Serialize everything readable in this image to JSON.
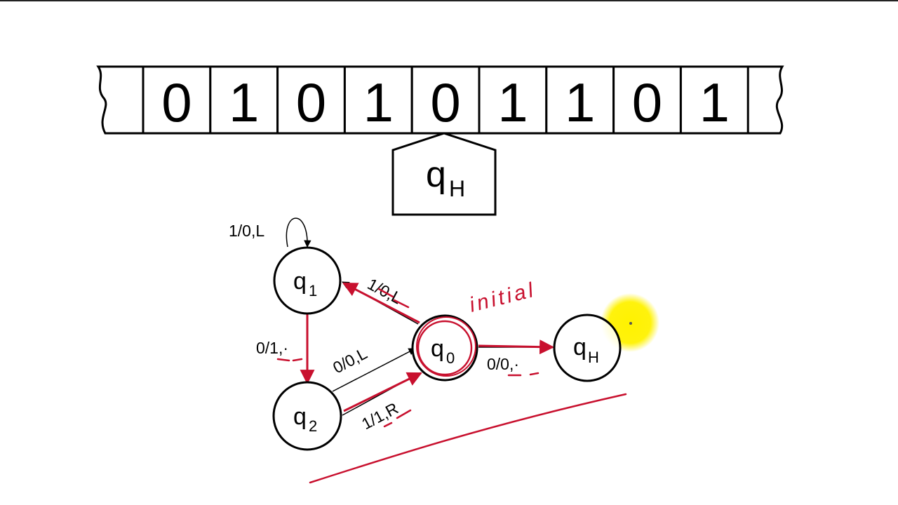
{
  "tape": {
    "cells": [
      "0",
      "1",
      "0",
      "1",
      "0",
      "1",
      "1",
      "0",
      "1"
    ],
    "head_cell_index": 4
  },
  "head": {
    "state_main": "q",
    "state_sub": "H"
  },
  "states": [
    {
      "id": "q1",
      "main": "q",
      "sub": "1"
    },
    {
      "id": "q0",
      "main": "q",
      "sub": "0",
      "initial": true
    },
    {
      "id": "q2",
      "main": "q",
      "sub": "2"
    },
    {
      "id": "qH",
      "main": "q",
      "sub": "H"
    }
  ],
  "transitions": [
    {
      "from": "q1",
      "to": "q1",
      "label": "1/0,L"
    },
    {
      "from": "q0",
      "to": "q1",
      "label": "1/0,L"
    },
    {
      "from": "q1",
      "to": "q2",
      "label": "0/1,·"
    },
    {
      "from": "q2",
      "to": "q0",
      "label": "0/0,L"
    },
    {
      "from": "q2",
      "to": "q0",
      "label": "1/1,R"
    },
    {
      "from": "q0",
      "to": "qH",
      "label": "0/0,·"
    }
  ],
  "annotations": {
    "initial_note": "initial"
  },
  "colors": {
    "ink": "#000000",
    "pen": "#c8102e",
    "cursor_highlight": "#fff200"
  }
}
